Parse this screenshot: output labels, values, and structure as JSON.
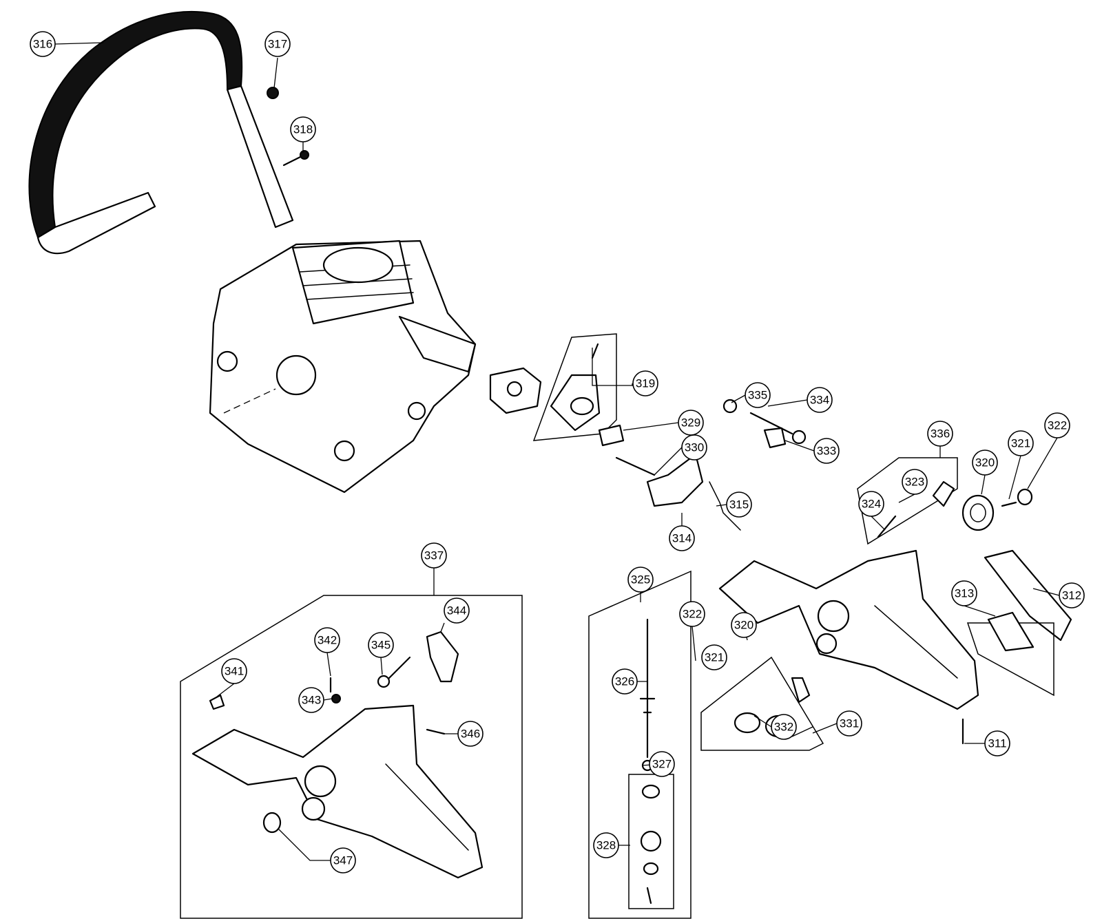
{
  "diagram": {
    "parts": {
      "p311": "311",
      "p312": "312",
      "p313": "313",
      "p314": "314",
      "p315": "315",
      "p316": "316",
      "p317": "317",
      "p318": "318",
      "p319": "319",
      "p320a": "320",
      "p320b": "320",
      "p321a": "321",
      "p321b": "321",
      "p322a": "322",
      "p322b": "322",
      "p323": "323",
      "p324": "324",
      "p325": "325",
      "p326": "326",
      "p327": "327",
      "p328": "328",
      "p329": "329",
      "p330": "330",
      "p331": "331",
      "p332": "332",
      "p333": "333",
      "p334": "334",
      "p335": "335",
      "p336": "336",
      "p337": "337",
      "p341": "341",
      "p342": "342",
      "p343": "343",
      "p344": "344",
      "p345": "345",
      "p346": "346",
      "p347": "347"
    }
  }
}
